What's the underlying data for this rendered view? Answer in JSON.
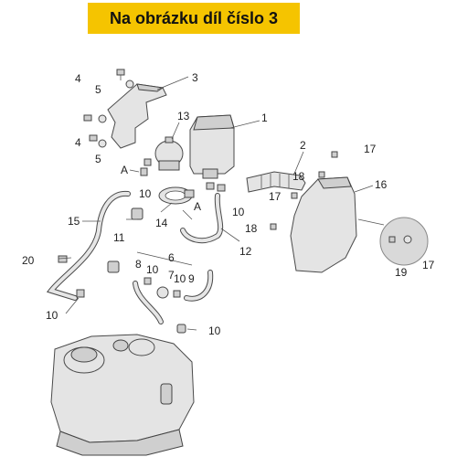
{
  "banner": {
    "text": "Na obrázku díl číslo 3",
    "color": "#f5c400"
  },
  "diagram": {
    "labels": {
      "l1": "1",
      "l2": "2",
      "l3": "3",
      "l4a": "4",
      "l4b": "4",
      "l5a": "5",
      "l5b": "5",
      "l6": "6",
      "l7": "7",
      "l8": "8",
      "l9": "9",
      "l10a": "10",
      "l10b": "10",
      "l10c": "10",
      "l10d": "10",
      "l10e": "10",
      "l10f": "10",
      "l11": "11",
      "l12": "12",
      "l13": "13",
      "l14": "14",
      "l15": "15",
      "l16": "16",
      "l17a": "17",
      "l17b": "17",
      "l17c": "17",
      "l18a": "18",
      "l18b": "18",
      "l19": "19",
      "l20": "20",
      "lA1": "A",
      "lA2": "A"
    }
  }
}
